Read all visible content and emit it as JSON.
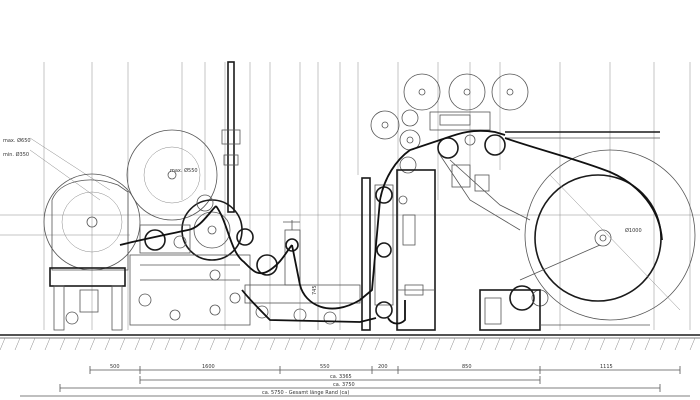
{
  "unwind_labels": {
    "max_dia": "max. Ø650",
    "min_dia": "min. Ø350"
  },
  "upper_roll_label": "max. Ø550",
  "rewind_roll_label": "Ø1000",
  "mid_height_label": "745",
  "dimensions": {
    "segments": [
      "500",
      "1600",
      "550",
      "200",
      "850",
      "1115"
    ],
    "sub_total": "ca. 3365",
    "total": "ca. 3750",
    "overall": "ca. 5750 - Gesamt länge Rand (ca)"
  }
}
